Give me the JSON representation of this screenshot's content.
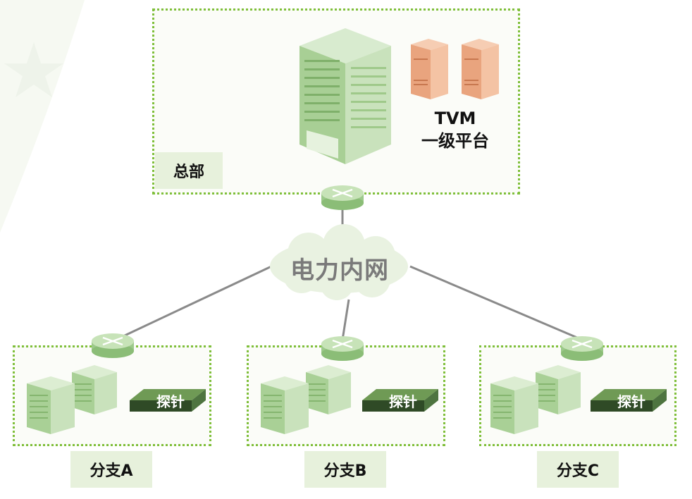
{
  "headquarters": {
    "label": "总部"
  },
  "platform": {
    "line1": "TVM",
    "line2": "一级平台"
  },
  "network": {
    "label": "电力内网"
  },
  "branches": [
    {
      "label": "分支A",
      "probe_label": "探针"
    },
    {
      "label": "分支B",
      "probe_label": "探针"
    },
    {
      "label": "分支C",
      "probe_label": "探针"
    }
  ]
}
